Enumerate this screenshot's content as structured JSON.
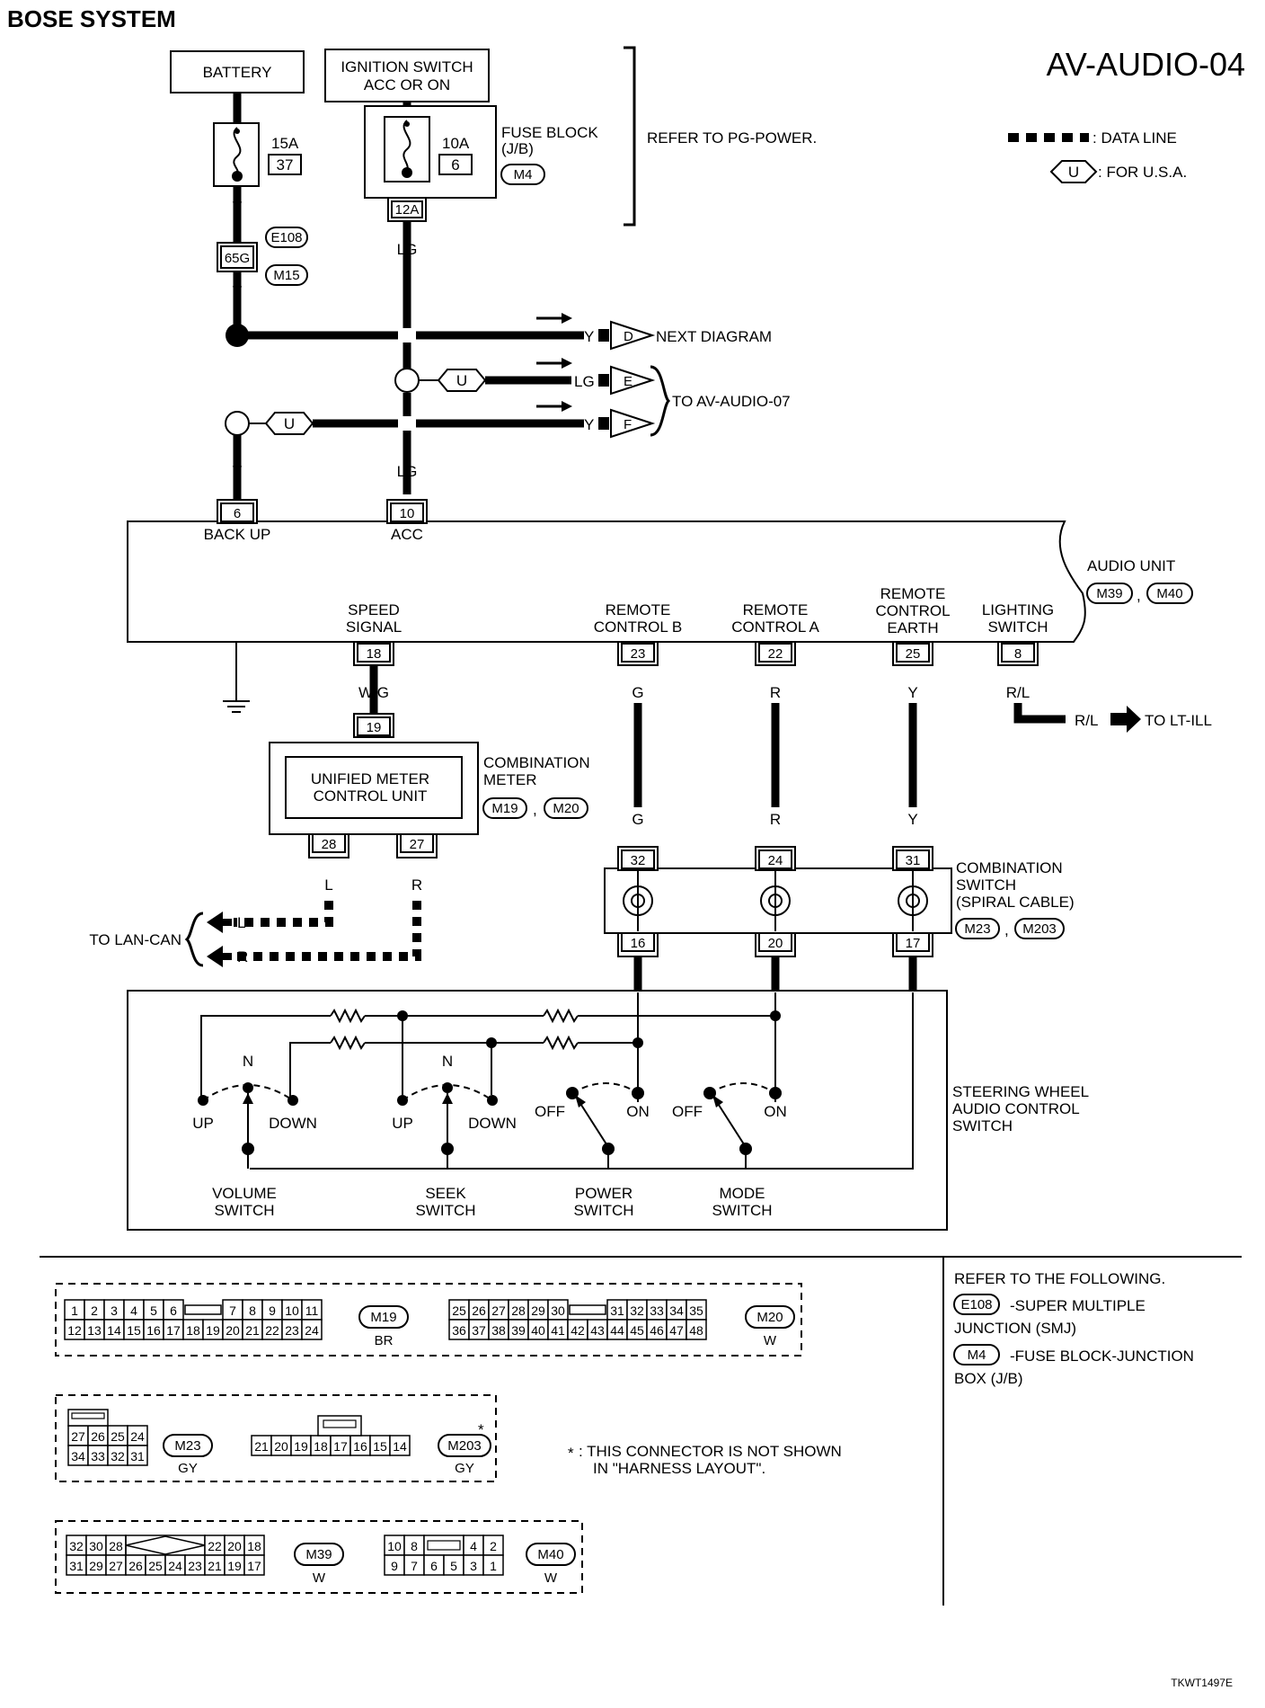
{
  "header": {
    "title": "BOSE SYSTEM",
    "page_code": "AV-AUDIO-04",
    "figure_id": "TKWT1497E"
  },
  "legend": {
    "data_line": ": DATA LINE",
    "usa_mark": "U",
    "usa_text": ": FOR U.S.A."
  },
  "power": {
    "battery": "BATTERY",
    "ign_l1": "IGNITION SWITCH",
    "ign_l2": "ACC OR ON",
    "fuse1_amp": "15A",
    "fuse1_num": "37",
    "fuse2_amp": "10A",
    "fuse2_num": "6",
    "fuse_block_l1": "FUSE BLOCK",
    "fuse_block_l2": "(J/B)",
    "fuse_block_conn": "M4",
    "fuse_term": "12A",
    "refer_pg": "REFER TO PG-POWER.",
    "smj_conn_top": "E108",
    "smj_term": "65G",
    "smj_conn_bot": "M15"
  },
  "wires": {
    "y": "Y",
    "lg": "LG",
    "wg": "W/G",
    "g": "G",
    "r": "R",
    "rl": "R/L",
    "l": "L"
  },
  "outputs": {
    "d": "D",
    "next": "NEXT DIAGRAM",
    "e": "E",
    "f": "F",
    "to_audio07": "TO AV-AUDIO-07",
    "usa1": "U",
    "usa2": "U",
    "to_ltill": "TO LT-ILL",
    "to_lancan": "TO LAN-CAN"
  },
  "audio_unit": {
    "label": "AUDIO UNIT",
    "conn1": "M39",
    "conn2": "M40",
    "t6": "6",
    "t10": "10",
    "backup": "BACK UP",
    "acc": "ACC",
    "speed_l1": "SPEED",
    "speed_l2": "SIGNAL",
    "t18": "18",
    "rcb_l1": "REMOTE",
    "rcb_l2": "CONTROL B",
    "t23": "23",
    "rca_l1": "REMOTE",
    "rca_l2": "CONTROL A",
    "t22": "22",
    "rce_l1": "REMOTE",
    "rce_l2": "CONTROL",
    "rce_l3": "EARTH",
    "t25": "25",
    "light_l1": "LIGHTING",
    "light_l2": "SWITCH",
    "t8": "8"
  },
  "meter": {
    "t19": "19",
    "inner_l1": "UNIFIED METER",
    "inner_l2": "CONTROL UNIT",
    "label_l1": "COMBINATION",
    "label_l2": "METER",
    "conn1": "M19",
    "conn2": "M20",
    "t28": "28",
    "t27": "27"
  },
  "combo_switch": {
    "label_l1": "COMBINATION",
    "label_l2": "SWITCH",
    "label_l3": "(SPIRAL CABLE)",
    "conn1": "M23",
    "conn2": "M203",
    "t32": "32",
    "t24": "24",
    "t31": "31",
    "t16": "16",
    "t20": "20",
    "t17": "17"
  },
  "steering": {
    "label_l1": "STEERING WHEEL",
    "label_l2": "AUDIO CONTROL",
    "label_l3": "SWITCH",
    "n1": "N",
    "n2": "N",
    "up1": "UP",
    "down1": "DOWN",
    "up2": "UP",
    "down2": "DOWN",
    "off1": "OFF",
    "on1": "ON",
    "off2": "OFF",
    "on2": "ON",
    "vol_l1": "VOLUME",
    "vol_l2": "SWITCH",
    "seek_l1": "SEEK",
    "seek_l2": "SWITCH",
    "pwr_l1": "POWER",
    "pwr_l2": "SWITCH",
    "mode_l1": "MODE",
    "mode_l2": "SWITCH"
  },
  "refer": {
    "title": "REFER TO THE FOLLOWING.",
    "e108": "E108",
    "e108_t1": "-SUPER MULTIPLE",
    "e108_t2": "JUNCTION (SMJ)",
    "m4": "M4",
    "m4_t1": "-FUSE BLOCK-JUNCTION",
    "m4_t2": "BOX (J/B)"
  },
  "connectors": {
    "m19": {
      "id": "M19",
      "color": "BR",
      "top": [
        "1",
        "2",
        "3",
        "4",
        "5",
        "6",
        "",
        "7",
        "8",
        "9",
        "10",
        "11"
      ],
      "bot": [
        "12",
        "13",
        "14",
        "15",
        "16",
        "17",
        "18",
        "19",
        "20",
        "21",
        "22",
        "23",
        "24"
      ]
    },
    "m20": {
      "id": "M20",
      "color": "W",
      "top": [
        "25",
        "26",
        "27",
        "28",
        "29",
        "30",
        "",
        "31",
        "32",
        "33",
        "34",
        "35"
      ],
      "bot": [
        "36",
        "37",
        "38",
        "39",
        "40",
        "41",
        "42",
        "43",
        "44",
        "45",
        "46",
        "47",
        "48"
      ]
    },
    "m23": {
      "id": "M23",
      "color": "GY",
      "top": [
        "27",
        "26",
        "25",
        "24"
      ],
      "bot": [
        "34",
        "33",
        "32",
        "31"
      ]
    },
    "m203": {
      "id": "M203",
      "color": "GY",
      "star": "*",
      "row": [
        "21",
        "20",
        "19",
        "18",
        "17",
        "16",
        "15",
        "14"
      ]
    },
    "m39": {
      "id": "M39",
      "color": "W",
      "top": [
        "32",
        "30",
        "28",
        "22",
        "20",
        "18"
      ],
      "bot": [
        "31",
        "29",
        "27",
        "26",
        "25",
        "24",
        "23",
        "21",
        "19",
        "17"
      ]
    },
    "m40": {
      "id": "M40",
      "color": "W",
      "top": [
        "10",
        "8",
        "4",
        "2"
      ],
      "bot": [
        "9",
        "7",
        "6",
        "5",
        "3",
        "1"
      ]
    },
    "note_star": "*",
    "note_l1": ": THIS CONNECTOR IS NOT SHOWN",
    "note_l2": "IN \"HARNESS LAYOUT\"."
  }
}
